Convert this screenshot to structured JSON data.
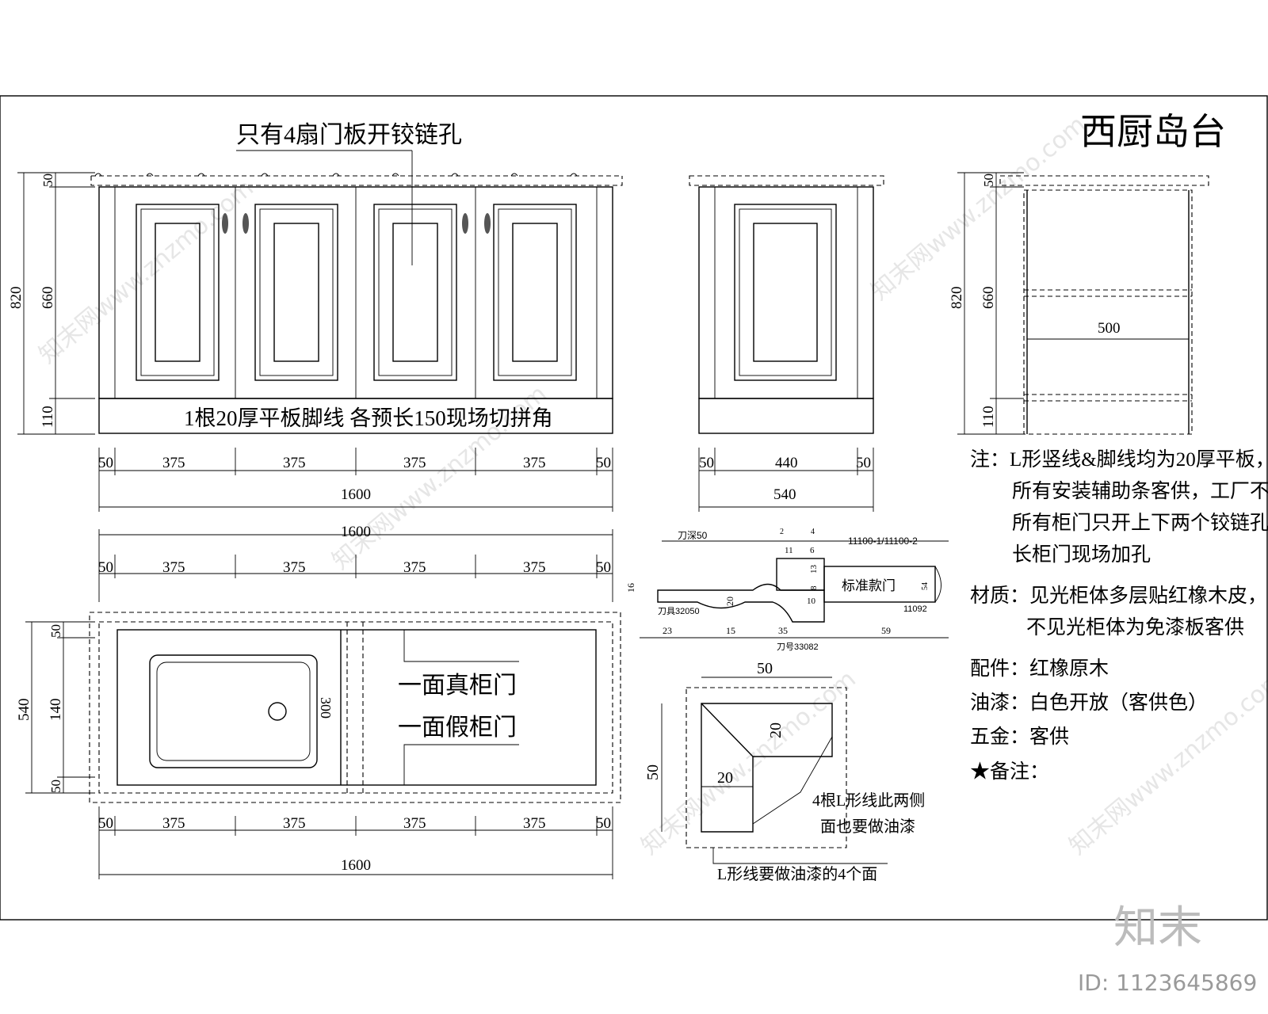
{
  "title": "西厨岛台",
  "hinge_note": "只有4扇门板开铰链孔",
  "skirting_note": "1根20厚平板脚线 各预长150现场切拼角",
  "front_elev": {
    "heights": {
      "total": "820",
      "top": "50",
      "body": "660",
      "base": "110"
    },
    "widths": {
      "side_l": "50",
      "door1": "375",
      "door2": "375",
      "door3": "375",
      "door4": "375",
      "side_r": "50",
      "total": "1600"
    }
  },
  "side_elev": {
    "widths": {
      "side_l": "50",
      "door": "440",
      "side_r": "50",
      "total": "540"
    }
  },
  "section": {
    "heights": {
      "total": "820",
      "top": "50",
      "body": "660",
      "base": "110"
    },
    "depth": "500"
  },
  "plan": {
    "top_total": "1600",
    "top_widths": [
      "50",
      "375",
      "375",
      "375",
      "375",
      "50"
    ],
    "bottom_widths": [
      "50",
      "375",
      "375",
      "375",
      "375",
      "50"
    ],
    "bottom_total": "1600",
    "depth_total": "540",
    "depth_parts": {
      "top": "50",
      "mid": "140",
      "bot": "50"
    },
    "sink_depth": "300",
    "door_note_1": "一面真柜门",
    "door_note_2": "一面假柜门"
  },
  "profile": {
    "blade_depth": "刀深50",
    "blade_a": "刀具32050",
    "blade_b": "刀号33082",
    "code_a": "11100-1/11100-2",
    "code_b": "11092",
    "std_label": "标准款门",
    "dims": {
      "d16": "16",
      "d20": "20",
      "d23": "23",
      "d15": "15",
      "d35": "35",
      "d59": "59",
      "d11": "11",
      "d6": "6",
      "d13": "13",
      "d8": "8",
      "d10": "10",
      "d54": "54",
      "d2": "2",
      "d4": "4"
    }
  },
  "lshape": {
    "w50": "50",
    "h50": "50",
    "d20a": "20",
    "d20b": "20",
    "note_a": "4根L形线此两侧",
    "note_b": "面也要做油漆",
    "note_c": "L形线要做油漆的4个面"
  },
  "notes": {
    "n1": "注：L形竖线&脚线均为20厚平板，",
    "n2": "所有安装辅助条客供，工厂不配",
    "n3": "所有柜门只开上下两个铰链孔，",
    "n4": "长柜门现场加孔",
    "n5": "材质：见光柜体多层贴红橡木皮，",
    "n6": "不见光柜体为免漆板客供",
    "n7": "配件：红橡原木",
    "n8": "油漆：白色开放（客供色）",
    "n9": "五金：客供",
    "n10": "★备注："
  },
  "brand": {
    "logo": "知末",
    "id": "ID: 1123645869",
    "watermark": "知末网www.znzmo.com"
  }
}
